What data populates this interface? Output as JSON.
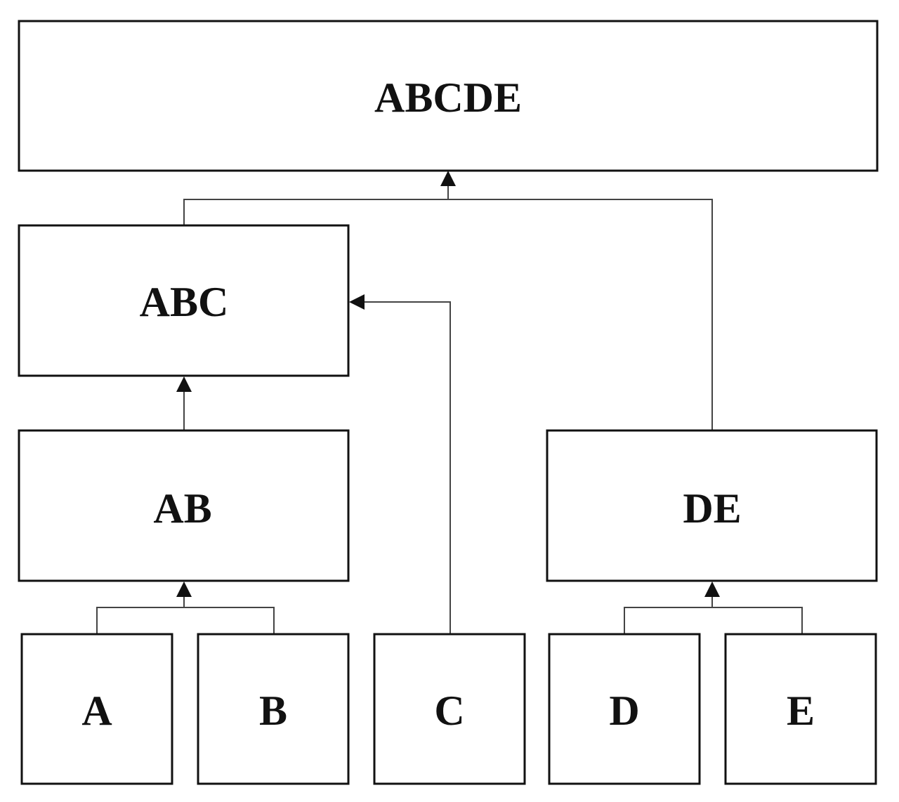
{
  "diagram": {
    "nodes": {
      "abcde": "ABCDE",
      "abc": "ABC",
      "ab": "AB",
      "de": "DE",
      "a": "A",
      "b": "B",
      "c": "C",
      "d": "D",
      "e": "E"
    },
    "edges": [
      {
        "from": [
          "abc",
          "de"
        ],
        "to": "abcde"
      },
      {
        "from": [
          "ab",
          "c"
        ],
        "to": "abc"
      },
      {
        "from": [
          "a",
          "b"
        ],
        "to": "ab"
      },
      {
        "from": [
          "d",
          "e"
        ],
        "to": "de"
      }
    ]
  }
}
